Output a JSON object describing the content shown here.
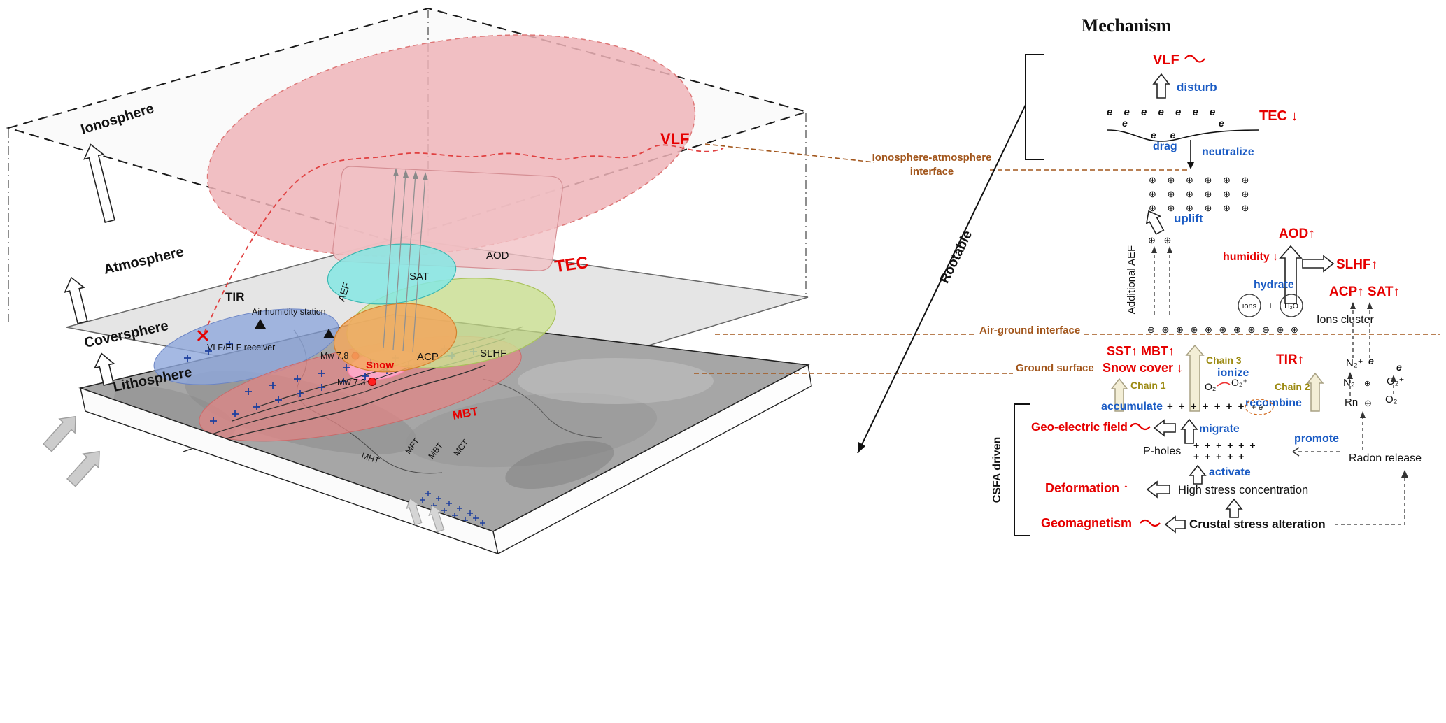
{
  "scene": {
    "layers": {
      "ionosphere": "Ionosphere",
      "atmosphere": "Atmosphere",
      "coversphere": "Coversphere",
      "lithosphere": "Lithosphere"
    },
    "anomalies": {
      "vlf": "VLF",
      "tec": "TEC",
      "aod": "AOD",
      "sat": "SAT",
      "slhf": "SLHF",
      "acp": "ACP",
      "tir": "TIR",
      "mbt": "MBT",
      "snow": "Snow",
      "aef": "AEF"
    },
    "markers": {
      "mw78": "Mw 7.8",
      "mw73": "Mw 7.3",
      "air_humidity": "Air humidity station",
      "receiver": "VLF/ELF receiver"
    },
    "faults": {
      "mht": "MHT",
      "mft": "MFT",
      "mbt": "MBT",
      "mct": "MCT"
    }
  },
  "mech": {
    "title": "Mechanism",
    "rootable": "Rootable",
    "csfa": "CSFA driven",
    "iface": {
      "ia1": "Ionosphere-atmosphere",
      "ia2": "interface",
      "ag": "Air-ground interface",
      "gs": "Ground surface"
    },
    "top": {
      "vlf": "VLF",
      "disturb": "disturb",
      "erow": "e  e  e  e  e  e  e",
      "el": "e",
      "edip": "e  e",
      "er": "e",
      "tec": "TEC ↓",
      "drag": "drag",
      "neutralize": "neutralize",
      "ionrow": "⊕ ⊕ ⊕ ⊕ ⊕ ⊕",
      "uplift": "uplift"
    },
    "mid": {
      "aef": "Additional AEF",
      "aefions": "⊕  ⊕",
      "humidity": "humidity ↓",
      "aod": "AOD↑",
      "slhf": "SLHF↑",
      "hydrate": "hydrate",
      "ions": "ions",
      "plus": "+",
      "h2o": "H₂O",
      "acpsat": "ACP↑ SAT↑",
      "cluster": "Ions cluster",
      "agrow": "⊕ ⊕ ⊕ ⊕ ⊕ ⊕ ⊕ ⊕ ⊕ ⊕ ⊕"
    },
    "chains": {
      "sstmbt": "SST↑ MBT↑",
      "snow": "Snow cover ↓",
      "c1": "Chain 1",
      "c2": "Chain 2",
      "c3": "Chain 3",
      "ionize": "ionize",
      "tir": "TIR↑",
      "o2": "O₂",
      "o2p": "O₂⁺",
      "recombine": "recombine",
      "accumulate": "accumulate",
      "plusrow": "+ + + + + + +",
      "eminus": "+ e⁻"
    },
    "lower": {
      "geofield": "Geo-electric field",
      "migrate": "migrate",
      "pholes": "P-holes",
      "prow1": "+ + + + + +",
      "prow2": "+ + + + +",
      "promote": "promote",
      "radon": "Radon release",
      "activate": "activate",
      "deformation": "Deformation ↑",
      "stress": "High stress concentration",
      "geomag": "Geomagnetism",
      "crustal": "Crustal stress alteration"
    },
    "rx": {
      "n2p": "N₂⁺",
      "e1": "e",
      "e2": "e",
      "n2": "N₂",
      "o2p": "O₂⁺",
      "rn": "Rn",
      "oplus": "⊕",
      "o2": "O₂"
    }
  }
}
